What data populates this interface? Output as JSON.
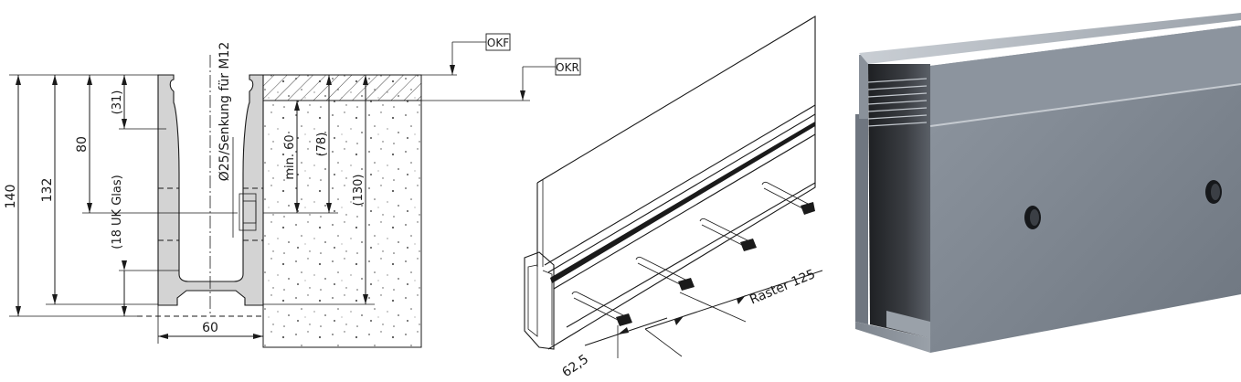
{
  "section": {
    "dims": {
      "d140": "140",
      "d132": "132",
      "d80": "80",
      "d31": "(31)",
      "d18": "(18 UK Glas)",
      "d60": "60",
      "bolt": "Ø25/Senkung für M12",
      "min60": "min. 60",
      "d78": "(78)",
      "d130": "(130)"
    },
    "labels": {
      "okf": "OKF",
      "okr": "OKR"
    }
  },
  "isometric": {
    "dims": {
      "raster": "Raster 125",
      "edge": "62,5"
    }
  },
  "colors": {
    "line": "#1a1a1a",
    "profile_fill": "#d3d3d3",
    "concrete_fill": "#ffffff",
    "render_light": "#a4abb4",
    "render_mid": "#7a828c",
    "render_dark": "#2a2c30"
  },
  "icons": {
    "bolt": "anchor-bolt-icon"
  }
}
